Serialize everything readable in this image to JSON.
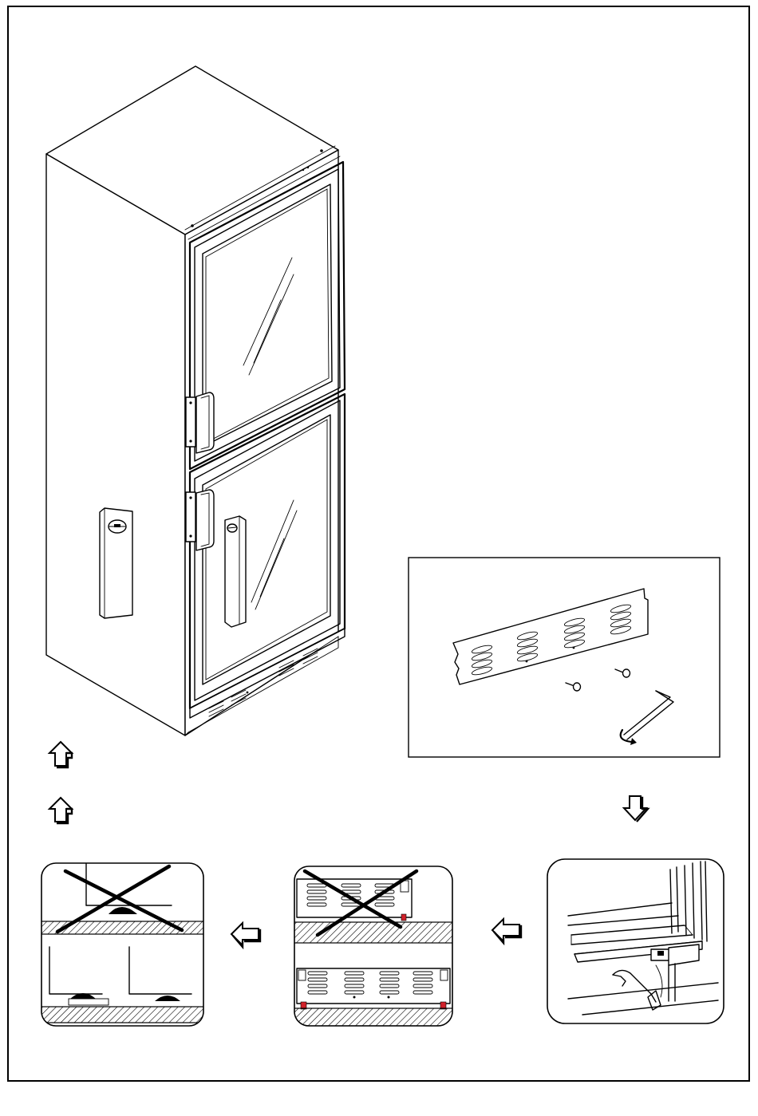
{
  "page": {
    "description_free_text": "",
    "figures": [
      {
        "id": "main-cabinet",
        "icon": "glass-door-cabinet-illustration"
      },
      {
        "id": "kit-parts",
        "icon": "vent-grille-screws-hex-key-illustration"
      },
      {
        "id": "step-feet",
        "icon": "leveling-feet-illustration"
      },
      {
        "id": "step-grille",
        "icon": "grille-fitting-illustration"
      },
      {
        "id": "step-hinge",
        "icon": "door-hinge-illustration"
      }
    ],
    "arrows": [
      {
        "id": "arrow-up-1",
        "direction": "up"
      },
      {
        "id": "arrow-up-2",
        "direction": "up"
      },
      {
        "id": "arrow-down",
        "direction": "down"
      },
      {
        "id": "arrow-left-1",
        "direction": "left"
      },
      {
        "id": "arrow-left-2",
        "direction": "left"
      }
    ],
    "colors": {
      "line": "#000000",
      "background": "#ffffff",
      "marker": "#d0212a"
    }
  }
}
